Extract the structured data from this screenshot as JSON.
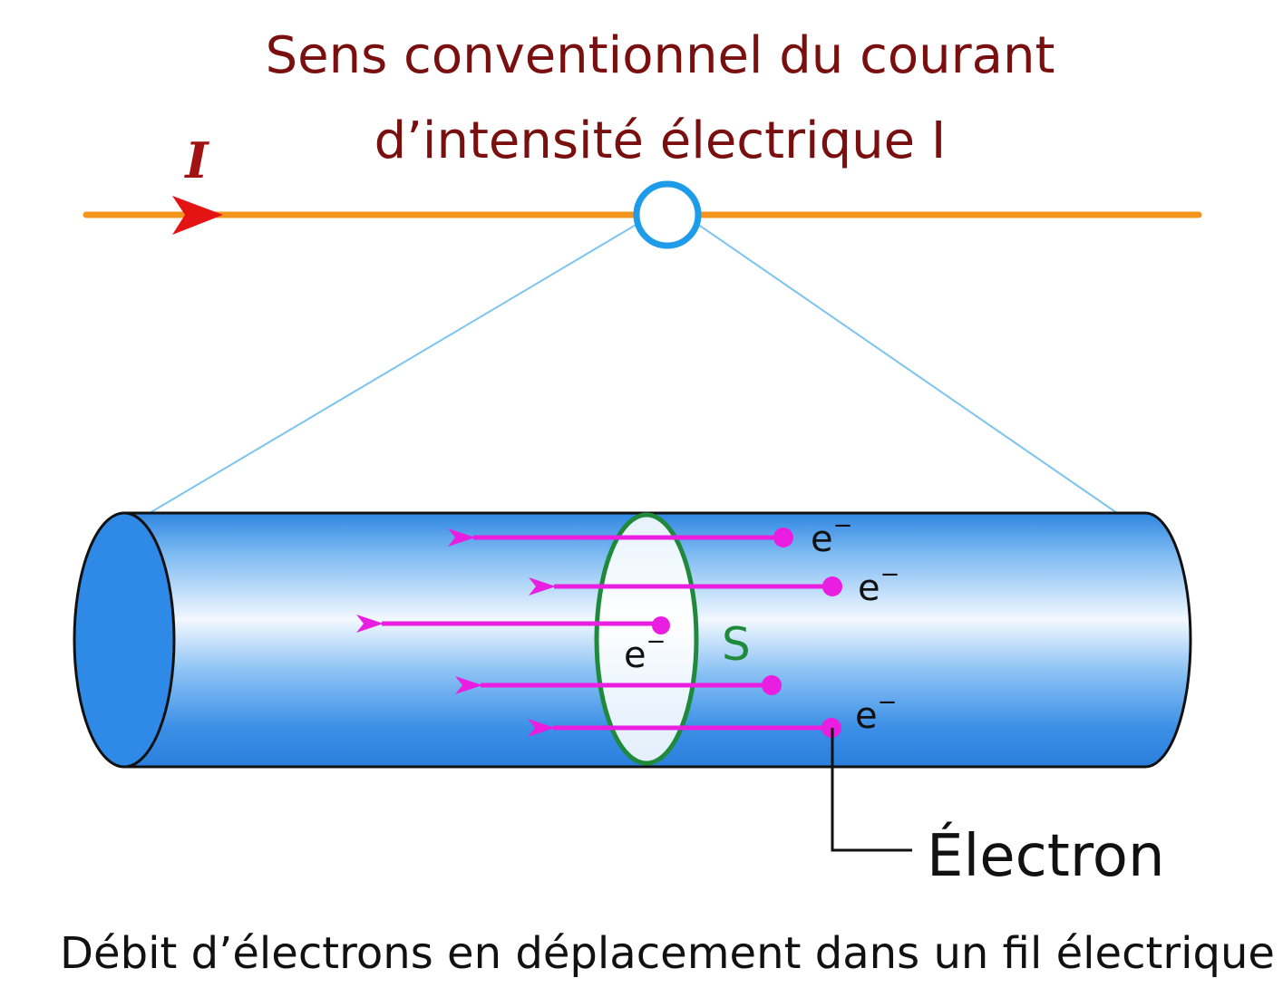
{
  "title": {
    "line1": "Sens conventionnel du courant",
    "line2": "d’intensité électrique I"
  },
  "current_symbol": "I",
  "section_label": "S",
  "electron_symbol": "e",
  "electron_charge": "−",
  "callout_label": "Électron",
  "caption": "Débit d’électrons en déplacement dans un fil électrique",
  "colors": {
    "title": "#7a0f10",
    "wire_line": "#f3941c",
    "current_arrow": "#e41414",
    "zoom_circle": "#1e9be9",
    "zoom_lines": "#7cc4ef",
    "cylinder_dark": "#2e8ae6",
    "cylinder_light": "#eef6ff",
    "electron_arrows": "#ea1ee0",
    "section_ring": "#1f8a3c",
    "text_dark": "#111111"
  }
}
